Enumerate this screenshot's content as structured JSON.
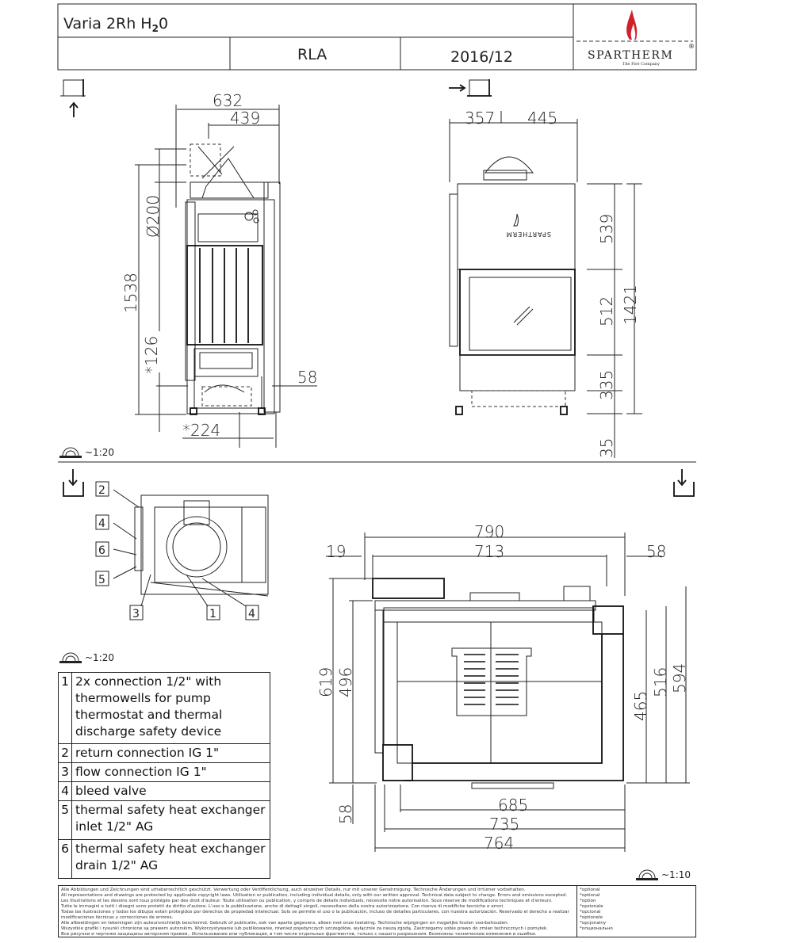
{
  "header": {
    "title": "Varia 2Rh H",
    "title_sub": "2",
    "title_end": "0",
    "code": "RLA",
    "date": "2016/12",
    "logo_brand": "SPARTHERM",
    "logo_tagline": "The Fire Company",
    "logo_registered": "®"
  },
  "side_view": {
    "scale": "~1:20",
    "dims": {
      "width_total": "632",
      "width_flue": "439",
      "flue_diameter": "Ø200",
      "height_total": "1538",
      "height_base": "*126",
      "depth_offset": "58",
      "base_offset": "*224"
    }
  },
  "front_view": {
    "dims": {
      "left": "357",
      "right": "445",
      "top_section": "539",
      "total_height": "1421",
      "door_height": "512",
      "bottom_section": "335",
      "feet": "35"
    }
  },
  "plan_view_small": {
    "scale": "~1:20",
    "callouts": [
      "2",
      "4",
      "6",
      "5",
      "3",
      "1",
      "4"
    ]
  },
  "plan_view": {
    "scale": "~1:10",
    "dims": {
      "width_total": "790",
      "width_inner": "713",
      "left_offset": "19",
      "right_offset": "58",
      "depth_total": "619",
      "depth_inner": "496",
      "depth_front": "58",
      "glass_width": "685",
      "front_width": "735",
      "body_width": "764",
      "side_glass": "465",
      "side_inner": "516",
      "side_total": "594"
    }
  },
  "legend": [
    {
      "num": "1",
      "text": "2x connection 1/2\" with thermowells for pump thermostat and thermal discharge safety device"
    },
    {
      "num": "2",
      "text": "return connection IG 1\""
    },
    {
      "num": "3",
      "text": "flow connection IG 1\""
    },
    {
      "num": "4",
      "text": "bleed valve"
    },
    {
      "num": "5",
      "text": "thermal safety heat exchanger inlet 1/2\" AG"
    },
    {
      "num": "6",
      "text": "thermal safety heat exchanger drain 1/2\" AG"
    }
  ],
  "footer": {
    "lines": [
      "Alle Abbildungen und Zeichnungen sind urheberrechtlich geschützt. Verwertung oder Veröffentlichung, auch einzelner Details, nur mit unserer Genehmigung. Technische Änderungen und Irrtümer vorbehalten.",
      "All representations and drawings are protected by applicable copyright laws. Utilisation or publication, including individual details, only with our written approval. Technical data subject to change. Errors and omissions excepted.",
      "Les illustrations et les dessins sont tous protégés par des droit d'auteur. Toute utilisation ou publication, y compris de détails individuels, nécessite notre autorisation. Sous réserve de modifications techniques et d'erreurs.",
      "Tutte le immagini e tutti i disegni sono protetti da diritto d'autore. L'uso o la pubblicazione, anche di dettagli singoli, necessitano della nostra autorizzazione. Con riserva di modifiche tecniche e errori.",
      "Todas las ilustraciones y todos los dibujos están protegidos por derechos de propiedad intelectual. Solo se permite el uso o la publicación, incluso de detalles particulares, con nuestra autorización. Reservado el derecho a realizar modificaciones técnicas y correcciones de errores.",
      "Alle afbeeldingen en tekeningen zijn auteursrechtelijk beschermd. Gebruik of publicatie, ook van aparte gegevens, alleen met onze toelating. Technische wijzigingen en mogelijke fouten voorbehouden.",
      "Wszystkie grafiki i rysunki chronione są prawem autorskim. Wykorzystywanie lub publikowanie, również pojedynczych szczegółów, wyłącznie za naszą zgodą. Zastrzegamy sobie prawo do zmian technicznych i pomyłek.",
      "Все рисунки и чертежи защищены авторским правом.. Использование или публикация, в том числе отдельных фрагментов, только с нашего разрешения. Возможны технические изменения и ошибки."
    ],
    "optional": [
      "*optional",
      "*optional",
      "*option",
      "*opzionale",
      "*opcional",
      "*optionele",
      "*opcjonalny",
      "*опционально"
    ]
  },
  "colors": {
    "line": "#222222",
    "flame_red": "#d0202a",
    "flame_dark": "#333333"
  }
}
